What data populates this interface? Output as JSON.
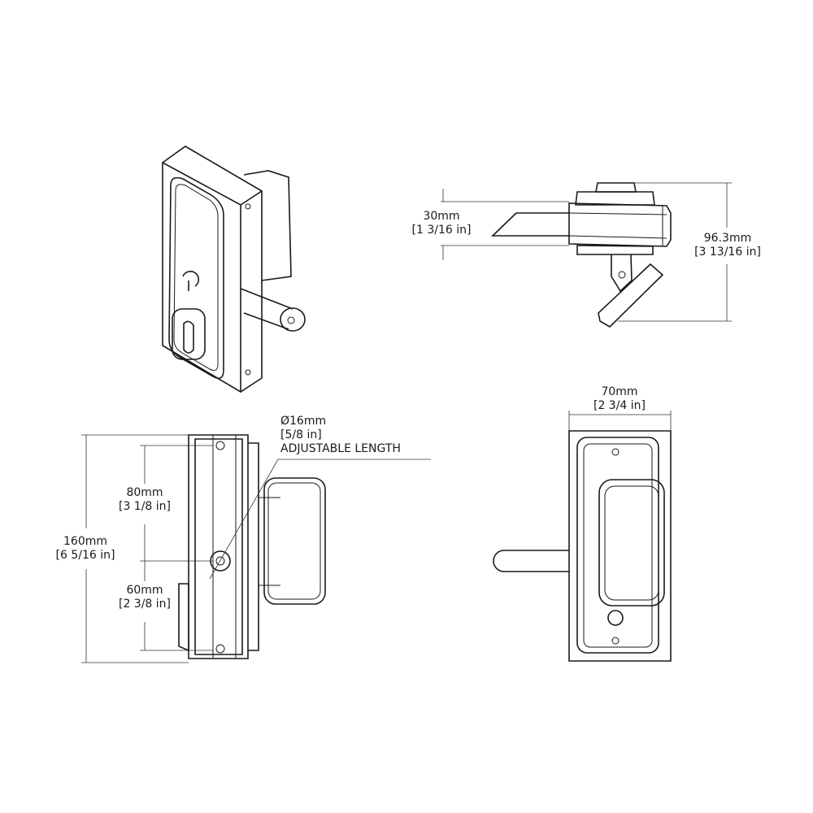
{
  "dimensions": {
    "top_depth": {
      "metric": "30mm",
      "imperial": "[1 3/16 in]"
    },
    "top_height": {
      "metric": "96.3mm",
      "imperial": "[3 13/16 in]"
    },
    "front_width": {
      "metric": "70mm",
      "imperial": "[2 3/4 in]"
    },
    "pin": {
      "metric": "Ø16mm",
      "imperial": "[5/8 in]",
      "note": "ADJUSTABLE LENGTH"
    },
    "upper_spacing": {
      "metric": "80mm",
      "imperial": "[3 1/8 in]"
    },
    "overall_height": {
      "metric": "160mm",
      "imperial": "[6 5/16 in]"
    },
    "lower_spacing": {
      "metric": "60mm",
      "imperial": "[2 3/8 in]"
    }
  }
}
